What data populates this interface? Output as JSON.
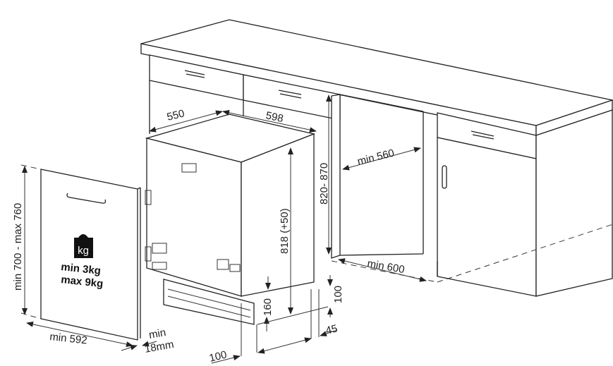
{
  "diagram": {
    "dimensions": {
      "depth": "550",
      "width": "598",
      "cavity_depth": "min 560",
      "cavity_height": "820- 870",
      "appliance_height": "818 (+50)",
      "cavity_width": "min 600",
      "plinth_height": "160",
      "plinth_gap": "100",
      "plinth_offset": "45",
      "plinth_depth": "100",
      "door_width": "min 592",
      "door_thickness_min": "min",
      "door_thickness_value": "18mm",
      "door_height": "min 700 - max 760"
    },
    "weight": {
      "icon_label": "kg",
      "min": "min  3kg",
      "max": "max 9kg"
    }
  }
}
